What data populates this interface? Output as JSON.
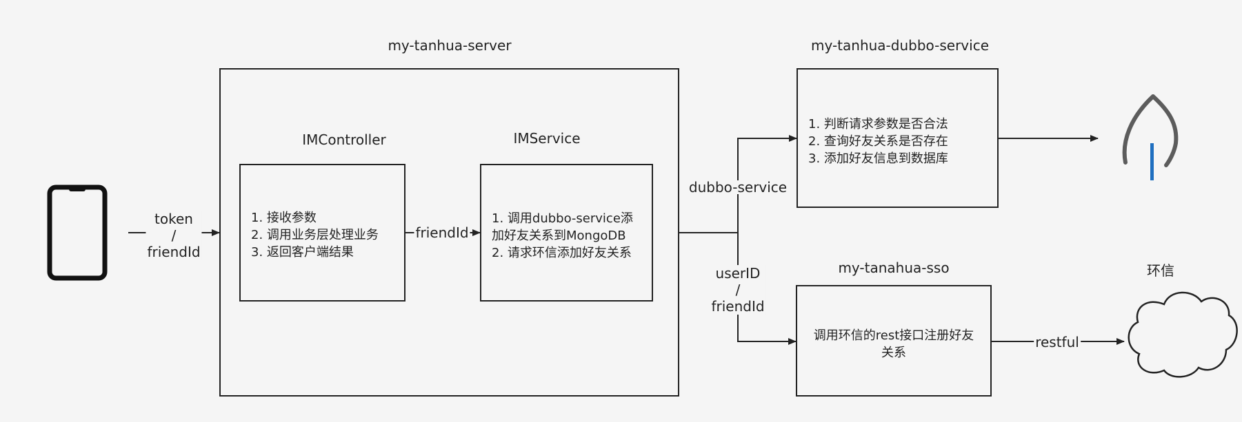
{
  "server": {
    "title": "my-tanhua-server",
    "controller": {
      "title": "IMController",
      "steps": [
        "1. 接收参数",
        "2. 调用业务层处理业务",
        "3. 返回客户端结果"
      ]
    },
    "service": {
      "title": "IMService",
      "lines": [
        "1. 调用dubbo-service添",
        "加好友关系到MongoDB",
        "2. 请求环信添加好友关系"
      ]
    }
  },
  "dubbo": {
    "title": "my-tanhua-dubbo-service",
    "steps": [
      "1. 判断请求参数是否合法",
      "2. 查询好友关系是否存在",
      "3. 添加好友信息到数据库"
    ]
  },
  "sso": {
    "title": "my-tanahua-sso",
    "lines": [
      "调用环信的rest接口注册好友",
      "关系"
    ]
  },
  "huanxin": {
    "title": "环信"
  },
  "edges": {
    "client_to_controller": [
      "token",
      "/",
      "friendId"
    ],
    "controller_to_service": "friendId",
    "to_dubbo": "dubbo-service",
    "to_sso": [
      "userID",
      "/",
      "friendId"
    ],
    "sso_to_huanxin": "restful"
  },
  "icons": {
    "client": "mobile-phone-icon",
    "database": "mongodb-leaf-icon",
    "cloud": "cloud-icon"
  },
  "colors": {
    "stroke": "#222222",
    "leaf_grey": "#5c5c5c",
    "leaf_blue": "#1f6fc0",
    "background": "#f5f5f5"
  }
}
